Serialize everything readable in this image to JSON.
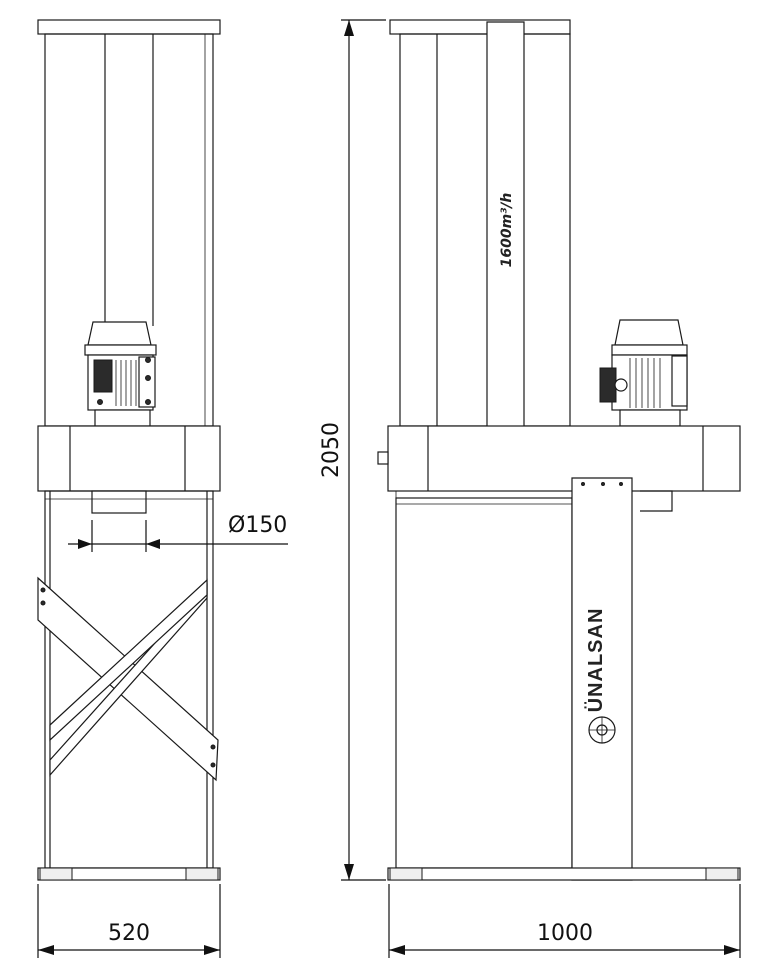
{
  "dimensions": {
    "width_front": "520",
    "width_side": "1000",
    "height": "2050",
    "outlet_diameter": "Ø150"
  },
  "labels": {
    "airflow": "1600m³/h",
    "brand": "ÜNALSAN"
  },
  "colors": {
    "line": "#1a1a1a",
    "background": "#ffffff"
  }
}
